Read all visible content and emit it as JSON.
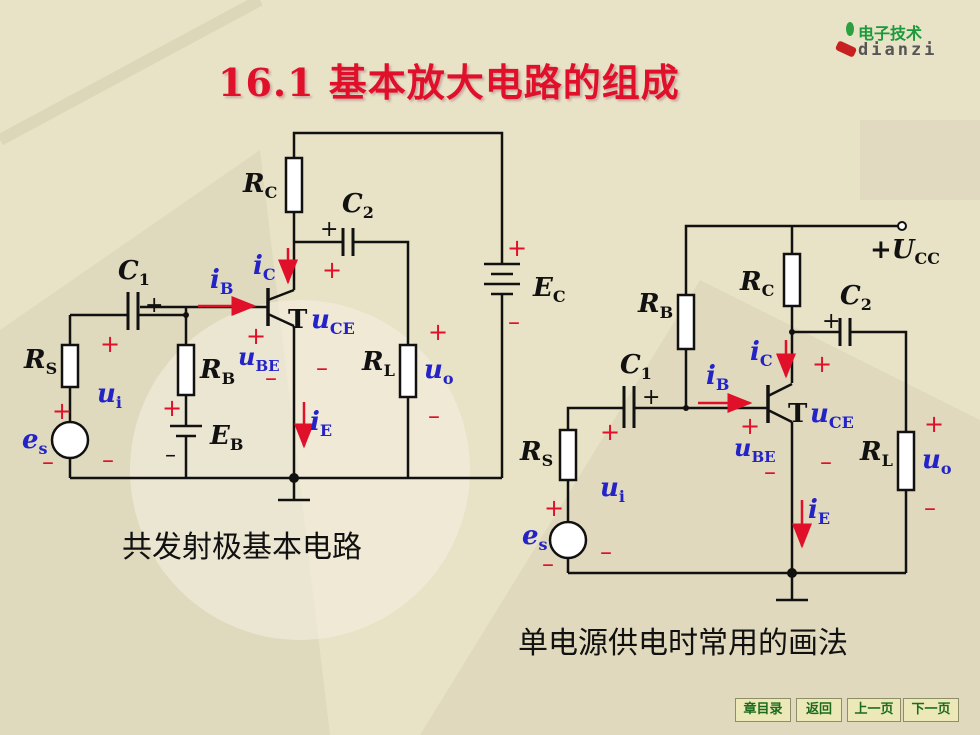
{
  "title": "16.1 基本放大电路的组成",
  "logo": {
    "line1": "电子技术",
    "line2": "dianzi"
  },
  "captions": {
    "left": "共发射极基本电路",
    "right": "单电源供电时常用的画法"
  },
  "nav": {
    "chapter_toc": "章目录",
    "back": "返回",
    "prev_page": "上一页",
    "next_page": "下一页"
  },
  "colors": {
    "title": "#e0102a",
    "signal_blue": "#2323c8",
    "polarity_red": "#e0102a",
    "wire": "#111111"
  }
}
